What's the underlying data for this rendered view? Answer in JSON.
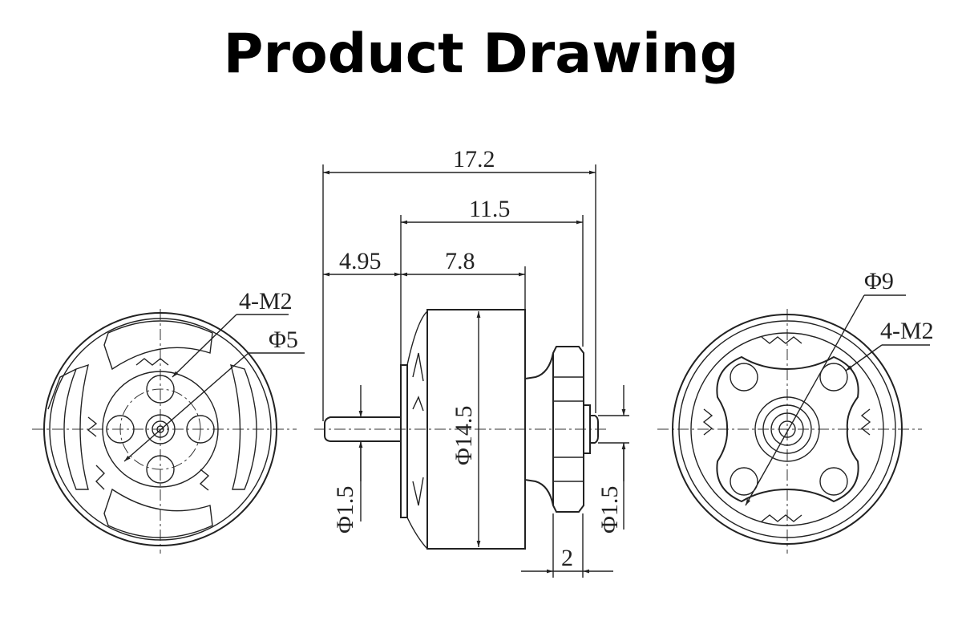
{
  "title": "Product Drawing",
  "dimensions": {
    "overall_length": "17.2",
    "body_to_shaft_end": "11.5",
    "shaft_length": "4.95",
    "body_length": "7.8",
    "body_diameter": "Φ14.5",
    "shaft_diameter_left": "Φ1.5",
    "shaft_diameter_right": "Φ1.5",
    "hub_width": "2"
  },
  "left_view": {
    "holes": "4-M2",
    "hole_circle": "Φ5"
  },
  "right_view": {
    "hole_circle": "Φ9",
    "holes": "4-M2"
  }
}
